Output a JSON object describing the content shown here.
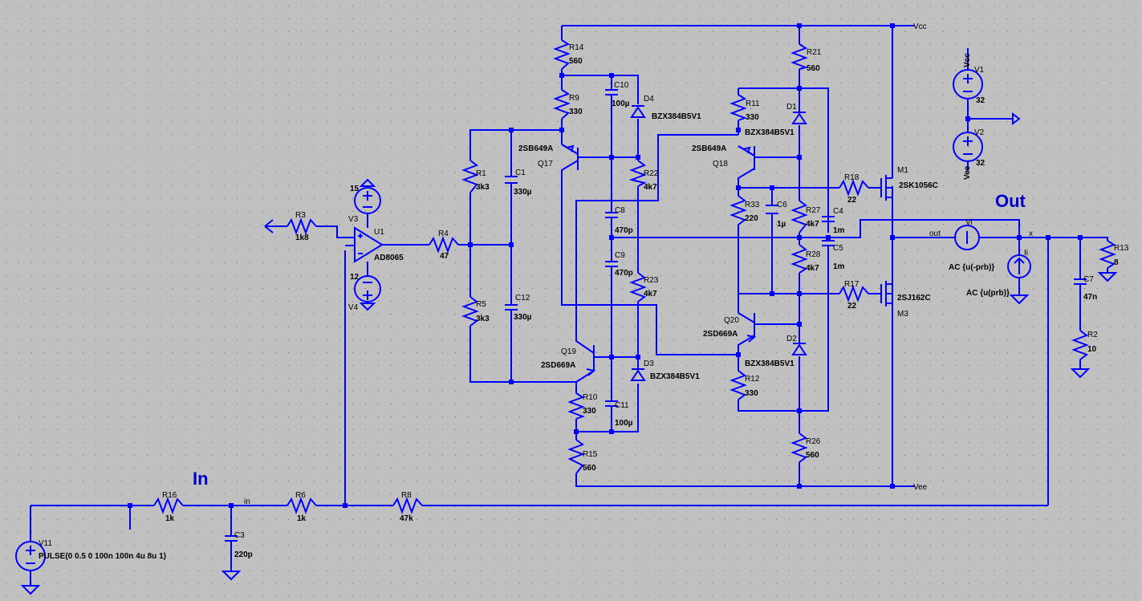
{
  "labels": {
    "in_title": "In",
    "out_title": "Out",
    "vcc": "Vcc",
    "vee": "Vee",
    "net_in": "in",
    "net_out": "out",
    "net_x": "x",
    "v1_vcc": "Vcc",
    "v2_vee": "Vee"
  },
  "components": {
    "R14": {
      "ref": "R14",
      "value": "560"
    },
    "R9": {
      "ref": "R9",
      "value": "330"
    },
    "R21": {
      "ref": "R21",
      "value": "560"
    },
    "R11": {
      "ref": "R11",
      "value": "330"
    },
    "R1": {
      "ref": "R1",
      "value": "3k3"
    },
    "R5": {
      "ref": "R5",
      "value": "3k3"
    },
    "R22": {
      "ref": "R22",
      "value": "4k7"
    },
    "R23": {
      "ref": "R23",
      "value": "4k7"
    },
    "R27": {
      "ref": "R27",
      "value": "4k7"
    },
    "R28": {
      "ref": "R28",
      "value": "4k7"
    },
    "R33": {
      "ref": "R33",
      "value": "220"
    },
    "R18": {
      "ref": "R18",
      "value": "22"
    },
    "R17": {
      "ref": "R17",
      "value": "22"
    },
    "R12": {
      "ref": "R12",
      "value": "330"
    },
    "R10": {
      "ref": "R10",
      "value": "330"
    },
    "R15": {
      "ref": "R15",
      "value": "560"
    },
    "R26": {
      "ref": "R26",
      "value": "560"
    },
    "R3": {
      "ref": "R3",
      "value": "1k8"
    },
    "R4": {
      "ref": "R4",
      "value": "47"
    },
    "R16": {
      "ref": "R16",
      "value": "1k"
    },
    "R6": {
      "ref": "R6",
      "value": "1k"
    },
    "R8": {
      "ref": "R8",
      "value": "47k"
    },
    "R13": {
      "ref": "R13",
      "value": "8"
    },
    "R2": {
      "ref": "R2",
      "value": "10"
    },
    "C10": {
      "ref": "C10",
      "value": "100µ"
    },
    "C1": {
      "ref": "C1",
      "value": "330µ"
    },
    "C12": {
      "ref": "C12",
      "value": "330µ"
    },
    "C8": {
      "ref": "C8",
      "value": "470p"
    },
    "C9": {
      "ref": "C9",
      "value": "470p"
    },
    "C11": {
      "ref": "C11",
      "value": "100µ"
    },
    "C6": {
      "ref": "C6",
      "value": "1µ"
    },
    "C4": {
      "ref": "C4",
      "value": "1m"
    },
    "C5": {
      "ref": "C5",
      "value": "1m"
    },
    "C3": {
      "ref": "C3",
      "value": "220p"
    },
    "C7": {
      "ref": "C7",
      "value": "47n"
    },
    "D4": {
      "ref": "D4",
      "value": "BZX384B5V1"
    },
    "D3": {
      "ref": "D3",
      "value": "BZX384B5V1"
    },
    "D1": {
      "ref": "D1",
      "value": "BZX384B5V1"
    },
    "D2": {
      "ref": "D2",
      "value": "BZX384B5V1"
    },
    "Q17": {
      "ref": "Q17",
      "value": "2SB649A"
    },
    "Q18": {
      "ref": "Q18",
      "value": "2SB649A"
    },
    "Q19": {
      "ref": "Q19",
      "value": "2SD669A"
    },
    "Q20": {
      "ref": "Q20",
      "value": "2SD669A"
    },
    "M1": {
      "ref": "M1",
      "value": "2SK1056C"
    },
    "M3": {
      "ref": "M3",
      "value": "2SJ162C"
    },
    "U1": {
      "ref": "U1",
      "value": "AD8065"
    },
    "V3": {
      "ref": "V3",
      "value": "15"
    },
    "V4": {
      "ref": "V4",
      "value": "12"
    },
    "V1": {
      "ref": "V1",
      "value": "32"
    },
    "V2": {
      "ref": "V2",
      "value": "32"
    },
    "Vi": {
      "ref": "Vi",
      "value": "AC {u(-prb)}"
    },
    "Ii": {
      "ref": "Ii",
      "value": "AC {u(prb)}"
    },
    "V11": {
      "ref": "V11",
      "value": "PULSE(0 0.5 0 100n 100n 4u 8u 1)"
    }
  },
  "colors": {
    "wire": "#0000ff",
    "background": "#c0c0c0",
    "title": "#0000cc"
  }
}
